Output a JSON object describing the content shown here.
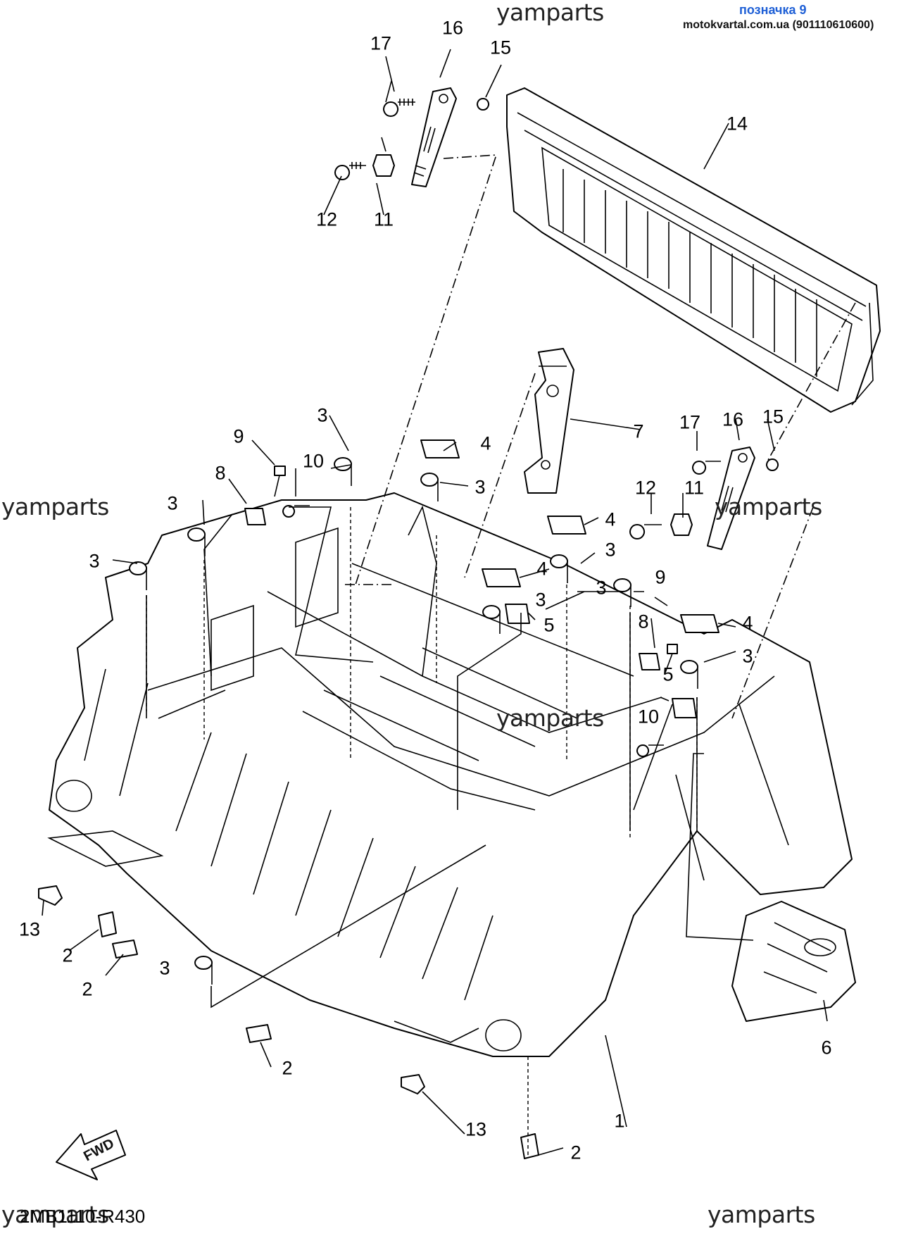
{
  "diagram_code": "2MB1110-R430",
  "badge": {
    "title": "позначка 9",
    "subtitle": "motokvartal.com.ua (901110610600)"
  },
  "watermarks": [
    "yamparts",
    "yamparts",
    "yamparts",
    "yamparts",
    "yamparts",
    "yamparts",
    "yamparts"
  ],
  "fwd_label": "FWD",
  "callouts": [
    "17",
    "16",
    "15",
    "14",
    "12",
    "11",
    "3",
    "9",
    "10",
    "8",
    "3",
    "4",
    "3",
    "7",
    "17",
    "16",
    "15",
    "12",
    "11",
    "4",
    "3",
    "3",
    "4",
    "3",
    "3",
    "9",
    "5",
    "4",
    "8",
    "3",
    "5",
    "10",
    "1",
    "6",
    "13",
    "2",
    "2",
    "3",
    "2",
    "13",
    "2"
  ]
}
